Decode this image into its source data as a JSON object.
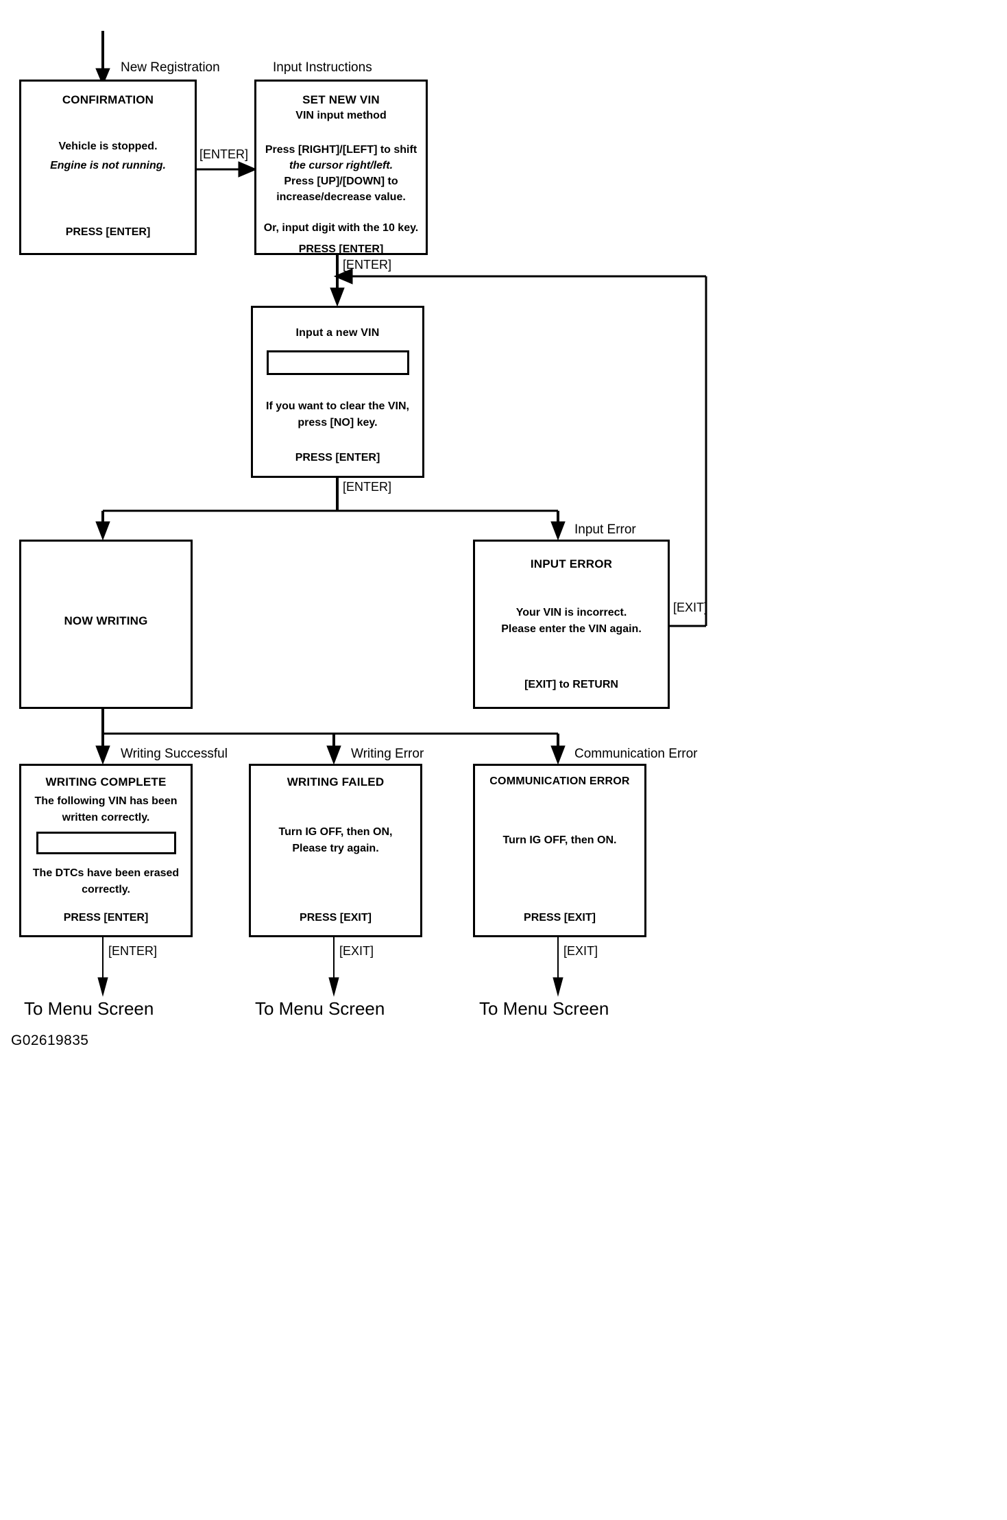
{
  "diagram": {
    "figure_id": "G02619835",
    "nodes": [
      {
        "id": "confirmation",
        "caption": "New Registration",
        "title": "CONFIRMATION",
        "lines": [
          "Vehicle is stopped.",
          "Engine is not running."
        ],
        "footer": "PRESS [ENTER]"
      },
      {
        "id": "set-new-vin",
        "caption": "Input Instructions",
        "title": "SET NEW VIN",
        "subtitle": "VIN input method",
        "lines": [
          "Press [RIGHT]/[LEFT] to shift",
          "the cursor right/left.",
          "Press [UP]/[DOWN] to",
          "increase/decrease value.",
          "Or, input digit with the 10 key."
        ],
        "footer": "PRESS [ENTER]"
      },
      {
        "id": "input-new-vin",
        "title": "Input a new VIN",
        "field_value": "",
        "lines": [
          "If you want to clear the VIN,",
          "press [NO] key."
        ],
        "footer": "PRESS [ENTER]"
      },
      {
        "id": "now-writing",
        "title": "NOW WRITING"
      },
      {
        "id": "input-error",
        "caption": "Input Error",
        "title": "INPUT ERROR",
        "lines": [
          "Your VIN is incorrect.",
          "Please enter the VIN again."
        ],
        "footer": "[EXIT] to RETURN"
      },
      {
        "id": "writing-complete",
        "caption": "Writing Successful",
        "title": "WRITING COMPLETE",
        "lines_top": [
          "The following VIN has been",
          "written correctly."
        ],
        "field_value": "",
        "lines_bottom": [
          "The DTCs have been erased",
          "correctly."
        ],
        "footer": "PRESS [ENTER]"
      },
      {
        "id": "writing-failed",
        "caption": "Writing Error",
        "title": "WRITING FAILED",
        "lines": [
          "Turn IG OFF, then ON,",
          "Please try again."
        ],
        "footer": "PRESS [EXIT]"
      },
      {
        "id": "communication-error",
        "caption": "Communication Error",
        "title": "COMMUNICATION ERROR",
        "lines": [
          "Turn IG OFF, then ON."
        ],
        "footer": "PRESS [EXIT]"
      }
    ],
    "edges": [
      {
        "id": "confirmation-to-setvin",
        "label": "[ENTER]"
      },
      {
        "id": "setvin-to-inputvin",
        "label": "[ENTER]"
      },
      {
        "id": "inputvin-branch",
        "label": "[ENTER]"
      },
      {
        "id": "inputerror-return",
        "label": "[EXIT]"
      },
      {
        "id": "writingcomplete-to-menu",
        "label": "[ENTER]"
      },
      {
        "id": "writingfailed-to-menu",
        "label": "[EXIT]"
      },
      {
        "id": "commerror-to-menu",
        "label": "[EXIT]"
      }
    ],
    "terminals": [
      {
        "id": "terminal-left",
        "label": "To Menu Screen"
      },
      {
        "id": "terminal-middle",
        "label": "To Menu Screen"
      },
      {
        "id": "terminal-right",
        "label": "To Menu Screen"
      }
    ]
  }
}
